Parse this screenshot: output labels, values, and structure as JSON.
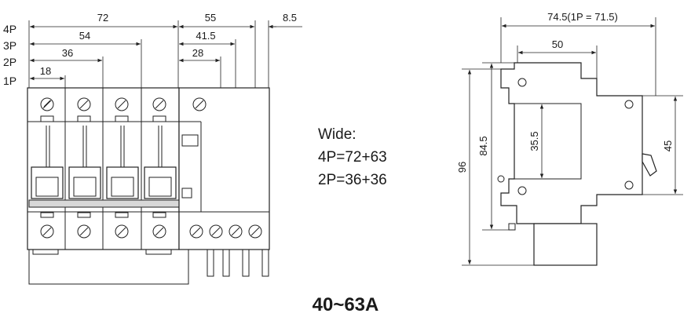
{
  "front_view": {
    "row_labels": [
      "4P",
      "3P",
      "2P",
      "1P"
    ],
    "width_dims": [
      "72",
      "54",
      "36",
      "18"
    ],
    "aux_dims": [
      "55",
      "41.5",
      "28",
      "8.5"
    ]
  },
  "wide_note": {
    "heading": "Wide:",
    "line_4p": "4P=72+63",
    "line_2p": "2P=36+36"
  },
  "side_view": {
    "top_dim": "74.5(1P = 71.5)",
    "depth_dim": "50",
    "height_total": "96",
    "height_body": "84.5",
    "rail_dim": "35.5",
    "front_height": "45"
  },
  "model_label": "40~63A"
}
